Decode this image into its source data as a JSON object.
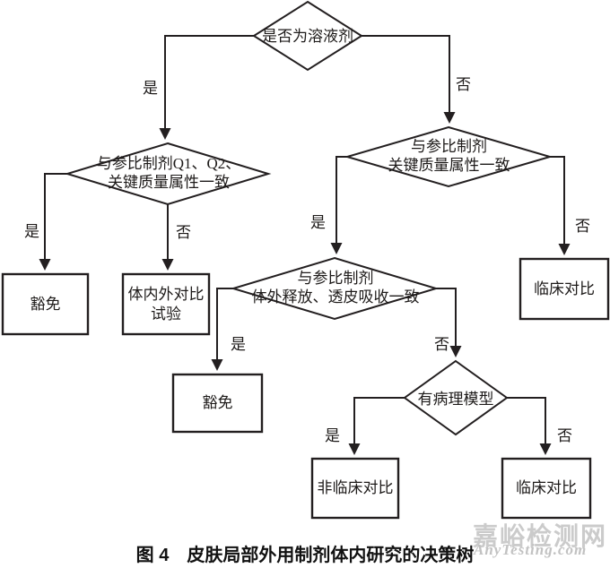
{
  "colors": {
    "line": "#231f20",
    "text": "#1d1a19",
    "watermark_cn": "#cbcbcb",
    "watermark_en": "#c2c2c2",
    "background": "#ffffff"
  },
  "diagram": {
    "decisions": {
      "solution": {
        "text": "是否为溶液剂"
      },
      "q1q2": {
        "line1": "与参比制剂Q1、Q2、",
        "line2": "关键质量属性一致"
      },
      "cqa": {
        "line1": "与参比制剂",
        "line2": "关键质量属性一致"
      },
      "ivrt": {
        "line1": "与参比制剂",
        "line2": "体外释放、透皮吸收一致"
      },
      "model": {
        "text": "有病理模型"
      }
    },
    "results": {
      "exempt1": "豁免",
      "ivivc_line1": "体内外对比",
      "ivivc_line2": "试验",
      "clinical1": "临床对比",
      "exempt2": "豁免",
      "nonclinical": "非临床对比",
      "clinical2": "临床对比"
    },
    "branch": {
      "yes": "是",
      "no": "否"
    }
  },
  "caption": {
    "prefix": "图 4",
    "title": "皮肤局部外用制剂体内研究的决策树"
  },
  "watermark": {
    "cn": "嘉峪检测网",
    "en": "AnyTesting.com"
  }
}
